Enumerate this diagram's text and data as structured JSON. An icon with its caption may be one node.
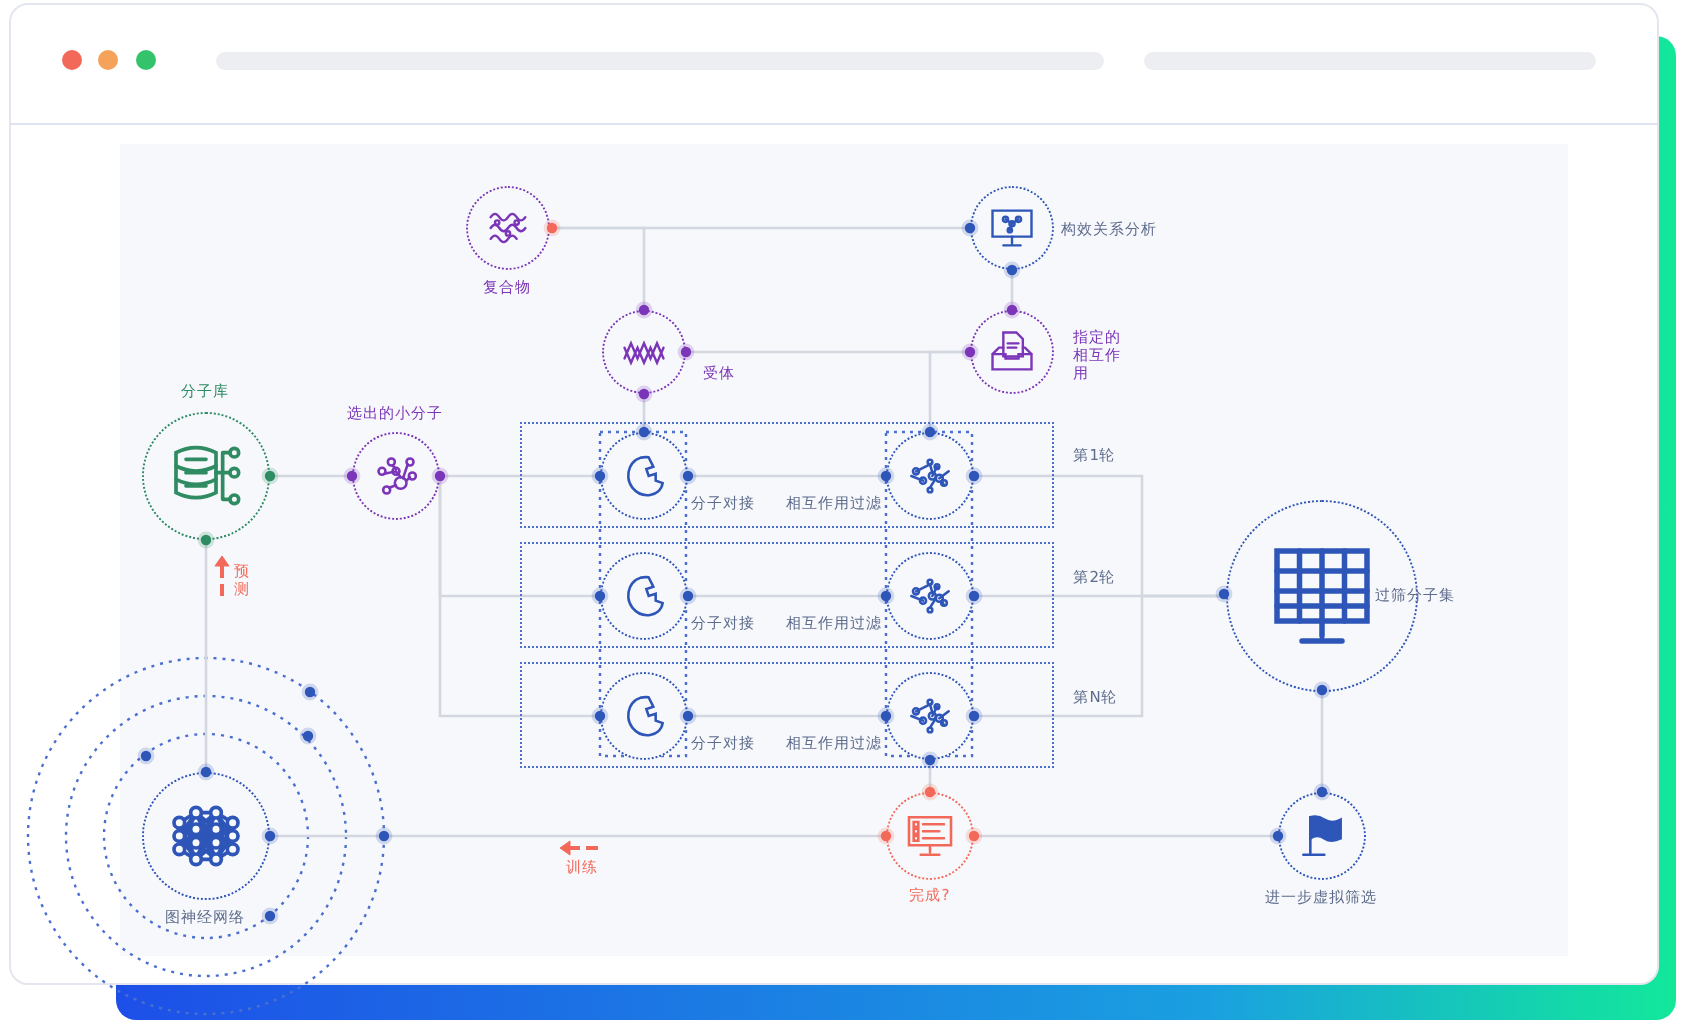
{
  "diagram": {
    "nodes": [
      {
        "text": [
          "复合物"
        ]
      },
      {
        "text": [
          "构效关系分析"
        ]
      },
      {
        "text": [
          "受体"
        ]
      },
      {
        "text": [
          "指定的相互作用"
        ]
      },
      {
        "text": [
          "分子库"
        ]
      },
      {
        "text": [
          "选出的小分子"
        ]
      },
      {
        "text": [
          "第1轮"
        ]
      },
      {
        "text": [
          "分子对接"
        ],
        "in": 6
      },
      {
        "text": [
          "相互作用过滤"
        ],
        "in": 6
      },
      {
        "text": [
          "第2轮"
        ]
      },
      {
        "text": [
          "分子对接"
        ],
        "in": 9
      },
      {
        "text": [
          "相互作用过滤"
        ],
        "in": 9
      },
      {
        "text": [
          "第N轮"
        ]
      },
      {
        "text": [
          "分子对接"
        ],
        "in": 12
      },
      {
        "text": [
          "相互作用过滤"
        ],
        "in": 12
      },
      {
        "text": [
          "过筛分子集"
        ]
      },
      {
        "text": [
          "图神经网络"
        ]
      },
      {
        "text": [
          "完成?"
        ]
      },
      {
        "text": [
          "进一步虚拟筛选"
        ]
      }
    ],
    "edges": [
      {
        "from": 0,
        "to": 1,
        "arrow": "none"
      },
      {
        "from": 0,
        "to": 2,
        "arrow": "none"
      },
      {
        "from": 1,
        "to": 3,
        "arrow": "none"
      },
      {
        "from": 2,
        "to": 3,
        "arrow": "none"
      },
      {
        "from": 3,
        "to": 8,
        "arrow": "none"
      },
      {
        "from": 2,
        "to": 7,
        "arrow": "none"
      },
      {
        "from": 4,
        "to": 5,
        "arrow": "none"
      },
      {
        "from": 5,
        "to": 7,
        "arrow": "none"
      },
      {
        "from": 5,
        "to": 10,
        "arrow": "none"
      },
      {
        "from": 5,
        "to": 13,
        "arrow": "none"
      },
      {
        "from": 7,
        "to": 8,
        "arrow": "none"
      },
      {
        "from": 10,
        "to": 11,
        "arrow": "none"
      },
      {
        "from": 13,
        "to": 14,
        "arrow": "none"
      },
      {
        "from": 8,
        "to": 15,
        "arrow": "none"
      },
      {
        "from": 11,
        "to": 15,
        "arrow": "none"
      },
      {
        "from": 14,
        "to": 15,
        "arrow": "none"
      },
      {
        "from": 14,
        "to": 17,
        "arrow": "none"
      },
      {
        "from": 17,
        "to": 16,
        "arrow": "none",
        "label": "训练"
      },
      {
        "from": 17,
        "to": 18,
        "arrow": "none"
      },
      {
        "from": 18,
        "to": 15,
        "arrow": "none"
      },
      {
        "from": 16,
        "to": 4,
        "arrow": "none",
        "label": "预测"
      }
    ]
  }
}
